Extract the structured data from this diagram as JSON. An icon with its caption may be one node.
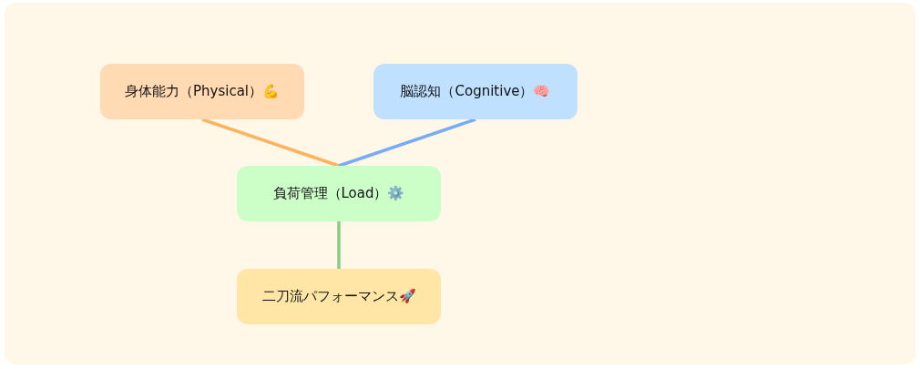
{
  "diagram": {
    "nodes": [
      {
        "text": [
          "身体能力（Physical）💪"
        ]
      },
      {
        "text": [
          "脳認知（Cognitive）🧠"
        ]
      },
      {
        "text": [
          "負荷管理（Load）⚙️"
        ]
      },
      {
        "text": [
          "二刀流パフォーマンス🚀"
        ]
      }
    ],
    "edges": [
      {
        "from": 0,
        "to": 2,
        "arrow": "none",
        "color": "#ffb35c"
      },
      {
        "from": 1,
        "to": 2,
        "arrow": "none",
        "color": "#78acfa"
      },
      {
        "from": 2,
        "to": 3,
        "arrow": "none",
        "color": "#88cc88"
      }
    ]
  }
}
